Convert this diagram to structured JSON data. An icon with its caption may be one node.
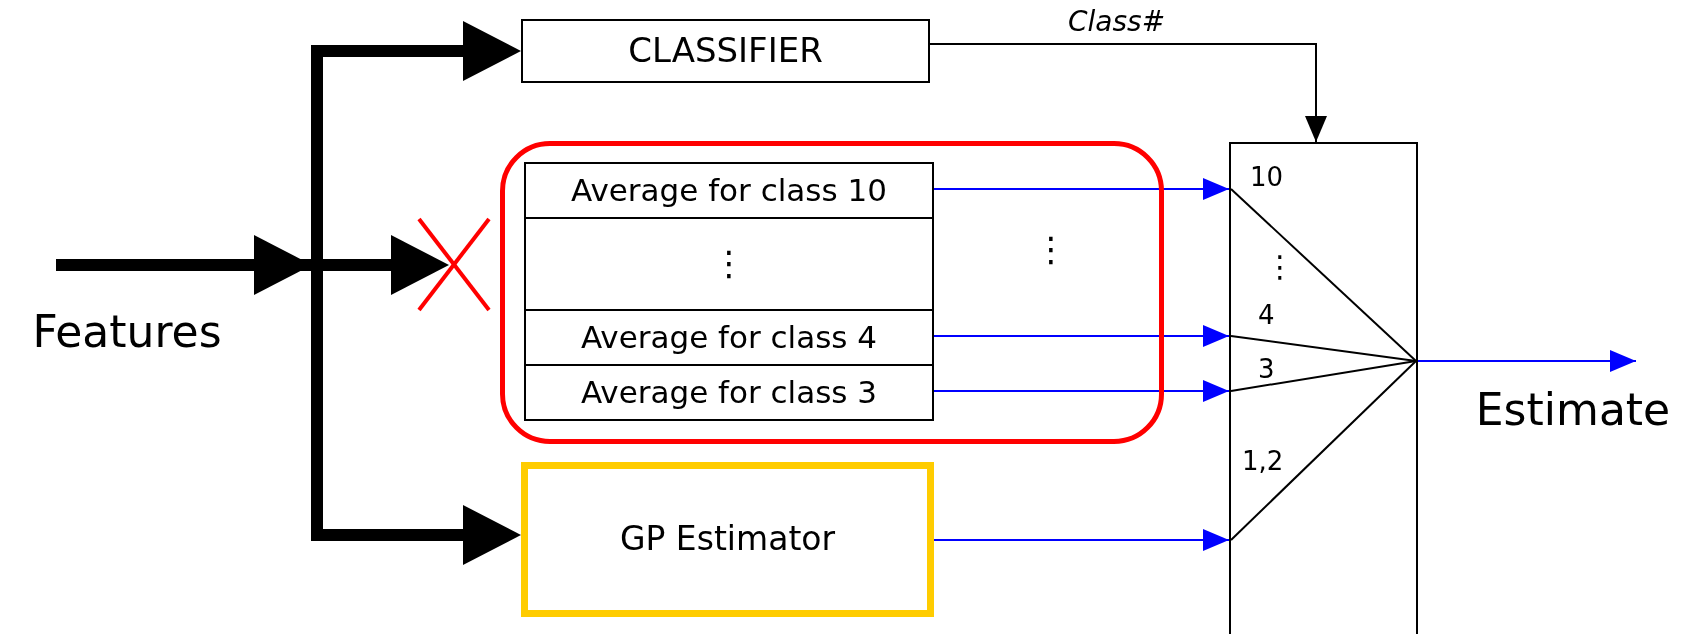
{
  "diagram": {
    "nodes": [
      {
        "text": [
          "Features"
        ]
      },
      {
        "text": [
          "CLASSIFIER"
        ]
      },
      {
        "text": [],
        "shape": "box"
      },
      {
        "text": [
          "Average for class 10"
        ],
        "in": 2
      },
      {
        "text": [
          "⋮"
        ],
        "in": 2
      },
      {
        "text": [
          "Average for class 4"
        ],
        "in": 2
      },
      {
        "text": [
          "Average for class 3"
        ],
        "in": 2
      },
      {
        "text": [
          "GP Estimator"
        ]
      },
      {
        "text": [],
        "shape": "box"
      },
      {
        "text": [
          "Estimate"
        ]
      }
    ],
    "edges": [
      {
        "from": 0,
        "to": 1,
        "arrow": "to",
        "style": "thick",
        "color": "#000000"
      },
      {
        "from": 0,
        "to": 2,
        "arrow": "to",
        "style": "thick",
        "color": "#000000"
      },
      {
        "from": 0,
        "to": 7,
        "arrow": "to",
        "style": "thick",
        "color": "#000000"
      },
      {
        "from": 1,
        "to": 8,
        "arrow": "to",
        "label": "Class#",
        "color": "#000000"
      },
      {
        "from": 3,
        "to": 8,
        "arrow": "to"
      },
      {
        "from": 5,
        "to": 8,
        "arrow": "to"
      },
      {
        "from": 6,
        "to": 8,
        "arrow": "to"
      },
      {
        "from": 7,
        "to": 8,
        "arrow": "to"
      },
      {
        "from": 8,
        "to": 9,
        "arrow": "to"
      }
    ],
    "labels": [
      "⋮",
      "10",
      "⋮",
      "4",
      "3",
      "1,2"
    ]
  }
}
